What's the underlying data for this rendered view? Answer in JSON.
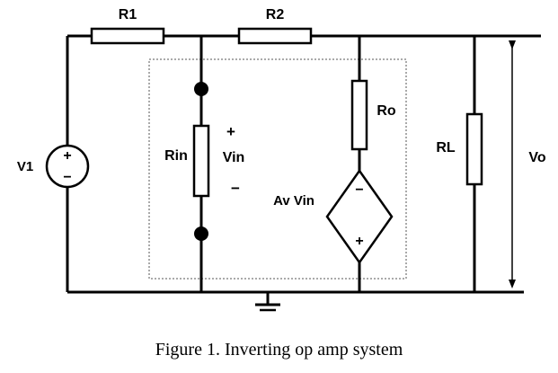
{
  "labels": {
    "r1": "R1",
    "r2": "R2",
    "v1": "V1",
    "rin": "Rin",
    "vin": "Vin",
    "vin_plus": "+",
    "vin_minus": "−",
    "ro": "Ro",
    "av_vin": "Av Vin",
    "rl": "RL",
    "vo": "Vo",
    "src_plus": "+",
    "src_minus": "−",
    "dep_minus": "−",
    "dep_plus": "+"
  },
  "caption": "Figure 1. Inverting op amp system"
}
